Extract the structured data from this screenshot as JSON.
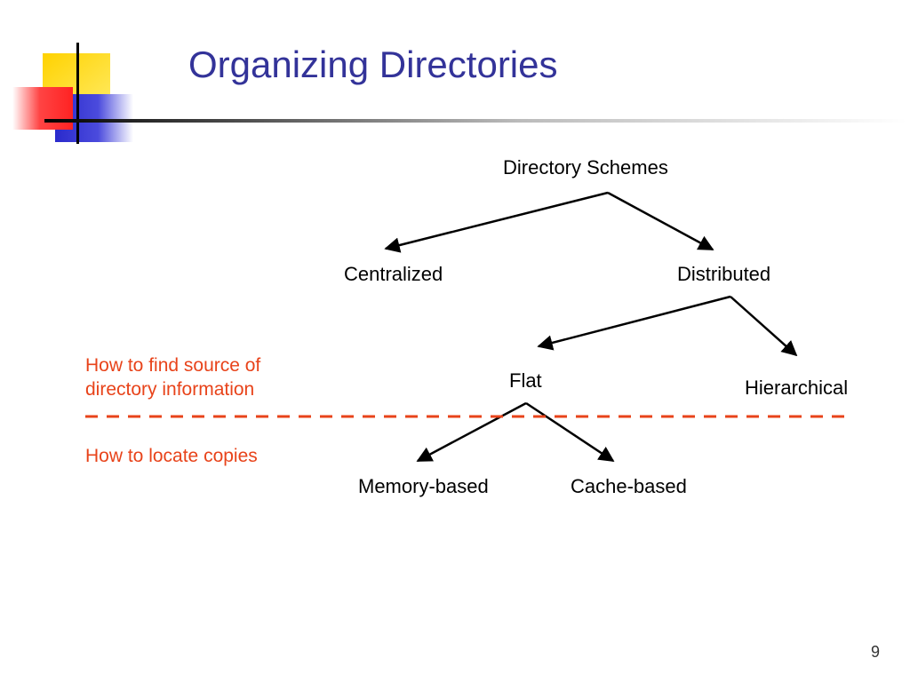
{
  "slide": {
    "title": "Organizing Directories",
    "page_number": "9"
  },
  "colors": {
    "title": "#333399",
    "annotation": "#e8431a",
    "logo_yellow": "#ffcc00",
    "logo_red": "#ff3333",
    "logo_blue": "#3333cc"
  },
  "tree": {
    "root": "Directory Schemes",
    "centralized": "Centralized",
    "distributed": "Distributed",
    "flat": "Flat",
    "hierarchical": "Hierarchical",
    "memory_based": "Memory-based",
    "cache_based": "Cache-based"
  },
  "annotations": {
    "find_source_line1": "How to find source of",
    "find_source_line2": "directory information",
    "locate_copies": "How to locate copies"
  }
}
